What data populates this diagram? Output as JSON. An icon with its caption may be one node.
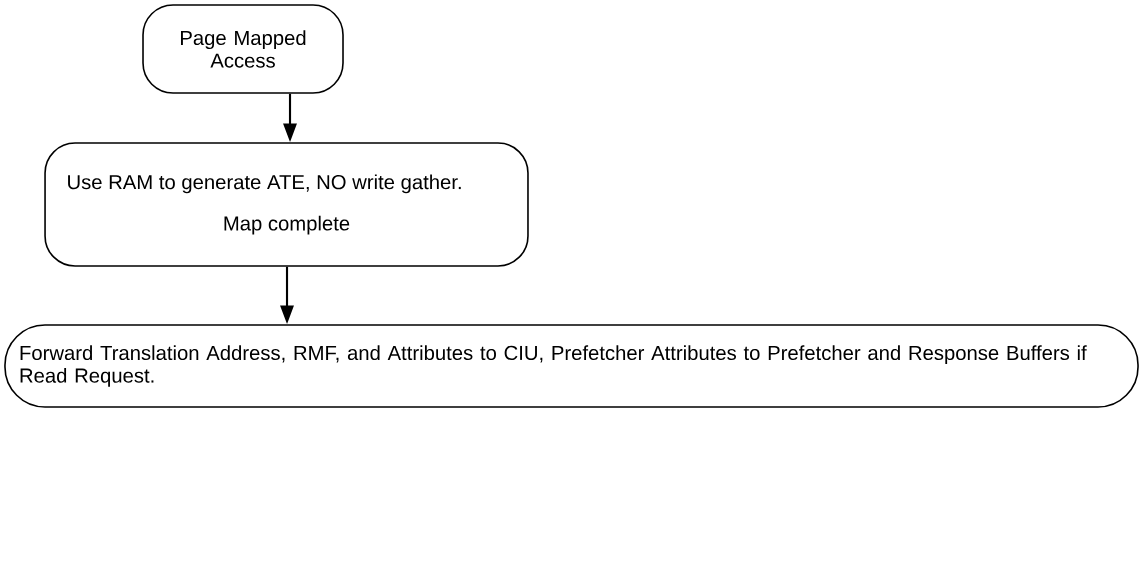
{
  "diagram": {
    "nodes": [
      {
        "text": [
          "Page Mapped Access"
        ]
      },
      {
        "text": [
          "Use RAM to generate ATE, NO write gather.",
          "Map complete"
        ]
      },
      {
        "text": [
          "Forward Translation Address, RMF, and Attributes to CIU, Prefetcher Attributes to Prefetcher and Response Buffers if Read Request."
        ]
      }
    ],
    "edges": [
      {
        "from": 0,
        "to": 1,
        "arrow": "to"
      },
      {
        "from": 1,
        "to": 2,
        "arrow": "to"
      }
    ]
  }
}
